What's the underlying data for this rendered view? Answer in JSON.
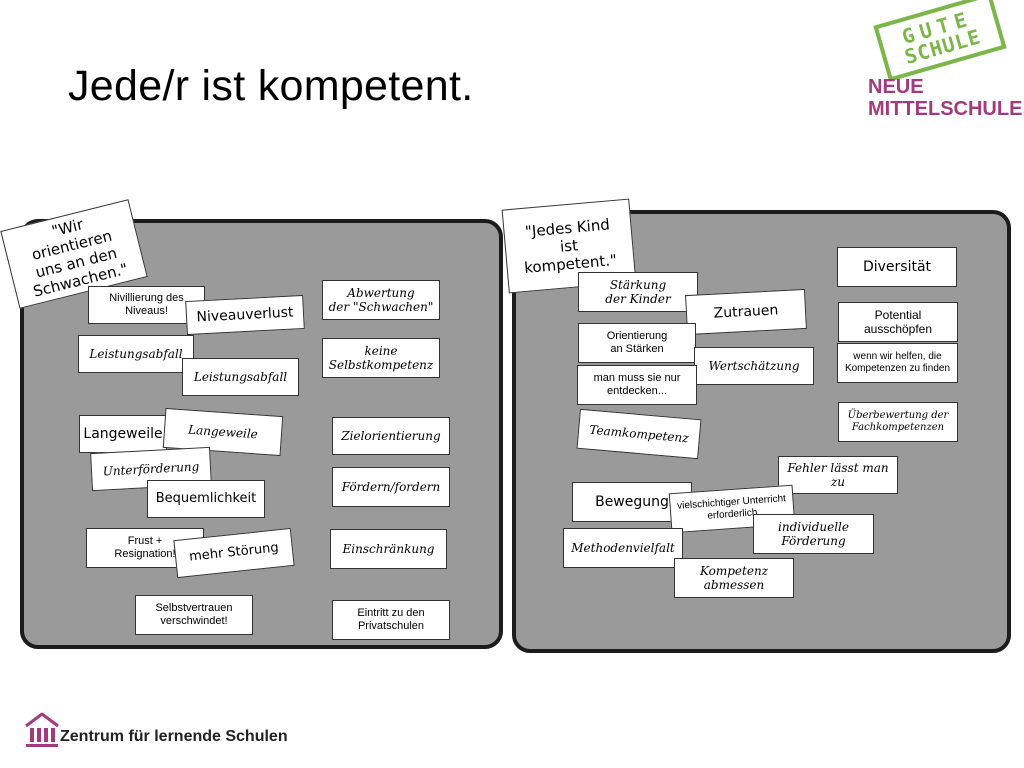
{
  "title": "Jede/r ist kompetent.",
  "logo": {
    "stamp_line1": "GUTE",
    "stamp_line2": "SCHULE",
    "brand_line1": "NEUE",
    "brand_line2": "MITTELSCHULE"
  },
  "left_board": {
    "quote": "\"Wir orientieren\nuns an den\nSchwachen.\"",
    "cards": {
      "nivillierung": "Nivillierung des\nNiveaus!",
      "niveauverlust": "Niveauverlust",
      "abwertung": "Abwertung\nder \"Schwachen\"",
      "leistungsabfall_1": "Leistungsabfall",
      "leistungsabfall_2": "Leistungsabfall",
      "keine_selbstkompetenz": "keine\nSelbstkompetenz",
      "langeweile_1": "Langeweile",
      "langeweile_2": "Langeweile",
      "zielorientierung": "Zielorientierung",
      "unterforderung": "Unterförderung",
      "foerdern_fordern": "Fördern/fordern",
      "bequemlichkeit": "Bequemlichkeit",
      "frust": "Frust +\nResignation!",
      "mehr_stoerung": "mehr Störung",
      "einschraenkung": "Einschränkung",
      "selbstvertrauen": "Selbstvertrauen\nverschwindet!",
      "eintritt": "Eintritt zu den\nPrivatschulen"
    }
  },
  "right_board": {
    "quote": "\"Jedes Kind\nist kompetent.\"",
    "cards": {
      "staerkung": "Stärkung\nder Kinder",
      "diversitaet": "Diversität",
      "zutrauen": "Zutrauen",
      "potential": "Potential\nausschöpfen",
      "orientierung": "Orientierung\nan Stärken",
      "wenn_wir_helfen": "wenn wir helfen, die\nKompetenzen zu finden",
      "wertschaetzung": "Wertschätzung",
      "entdecken": "man muss sie nur\nentdecken...",
      "ueberbewertung": "Überbewertung der\nFachkompetenzen",
      "teamkompetenz": "Teamkompetenz",
      "fehler": "Fehler lässt man\nzu",
      "bewegung": "Bewegung",
      "vielschichtig": "vielschichtiger Unterricht\nerforderlich",
      "individuelle": "individuelle\nFörderung",
      "methodenvielfalt": "Methodenvielfalt",
      "kompetenz_abmessen": "Kompetenz\nabmessen"
    }
  },
  "footer": {
    "text": "Zentrum für lernende Schulen"
  },
  "colors": {
    "board": "#9a9a9a",
    "brand_green": "#7ab648",
    "brand_purple": "#a33a7d"
  }
}
